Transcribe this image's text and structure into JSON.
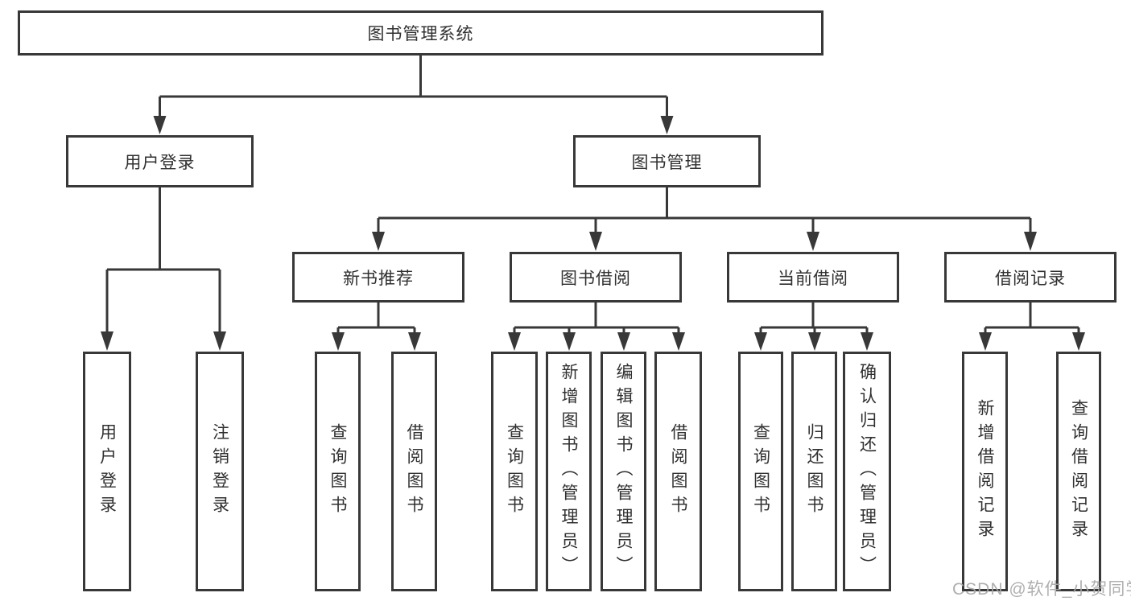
{
  "diagram_title": "图书管理系统",
  "nodes": {
    "root": "图书管理系统",
    "user_login": "用户登录",
    "book_mgmt": "图书管理",
    "new_book_rec": "新书推荐",
    "book_borrow": "图书借阅",
    "current_borrow": "当前借阅",
    "borrow_records": "借阅记录",
    "ul_user_login": "用户登录",
    "ul_logout": "注销登录",
    "nbr_query_books": "查询图书",
    "nbr_borrow_books": "借阅图书",
    "bb_query_books": "查询图书",
    "bb_add_books": "新增图书（管理员）",
    "bb_edit_books": "编辑图书（管理员）",
    "bb_borrow_books": "借阅图书",
    "cb_query_books": "查询图书",
    "cb_return_books": "归还图书",
    "cb_confirm_return": "确认归还（管理员）",
    "br_add_record": "新增借阅记录",
    "br_query_record": "查询借阅记录"
  },
  "hierarchy": {
    "图书管理系统": {
      "用户登录": [
        "用户登录",
        "注销登录"
      ],
      "图书管理": {
        "新书推荐": [
          "查询图书",
          "借阅图书"
        ],
        "图书借阅": [
          "查询图书",
          "新增图书（管理员）",
          "编辑图书（管理员）",
          "借阅图书"
        ],
        "当前借阅": [
          "查询图书",
          "归还图书",
          "确认归还（管理员）"
        ],
        "借阅记录": [
          "新增借阅记录",
          "查询借阅记录"
        ]
      }
    }
  },
  "watermark": "CSDN @软件_小贺同学",
  "colors": {
    "line": "#383838",
    "box_border": "#383838",
    "text": "#303030",
    "watermark": "#a8a8a8",
    "background": "#ffffff"
  }
}
